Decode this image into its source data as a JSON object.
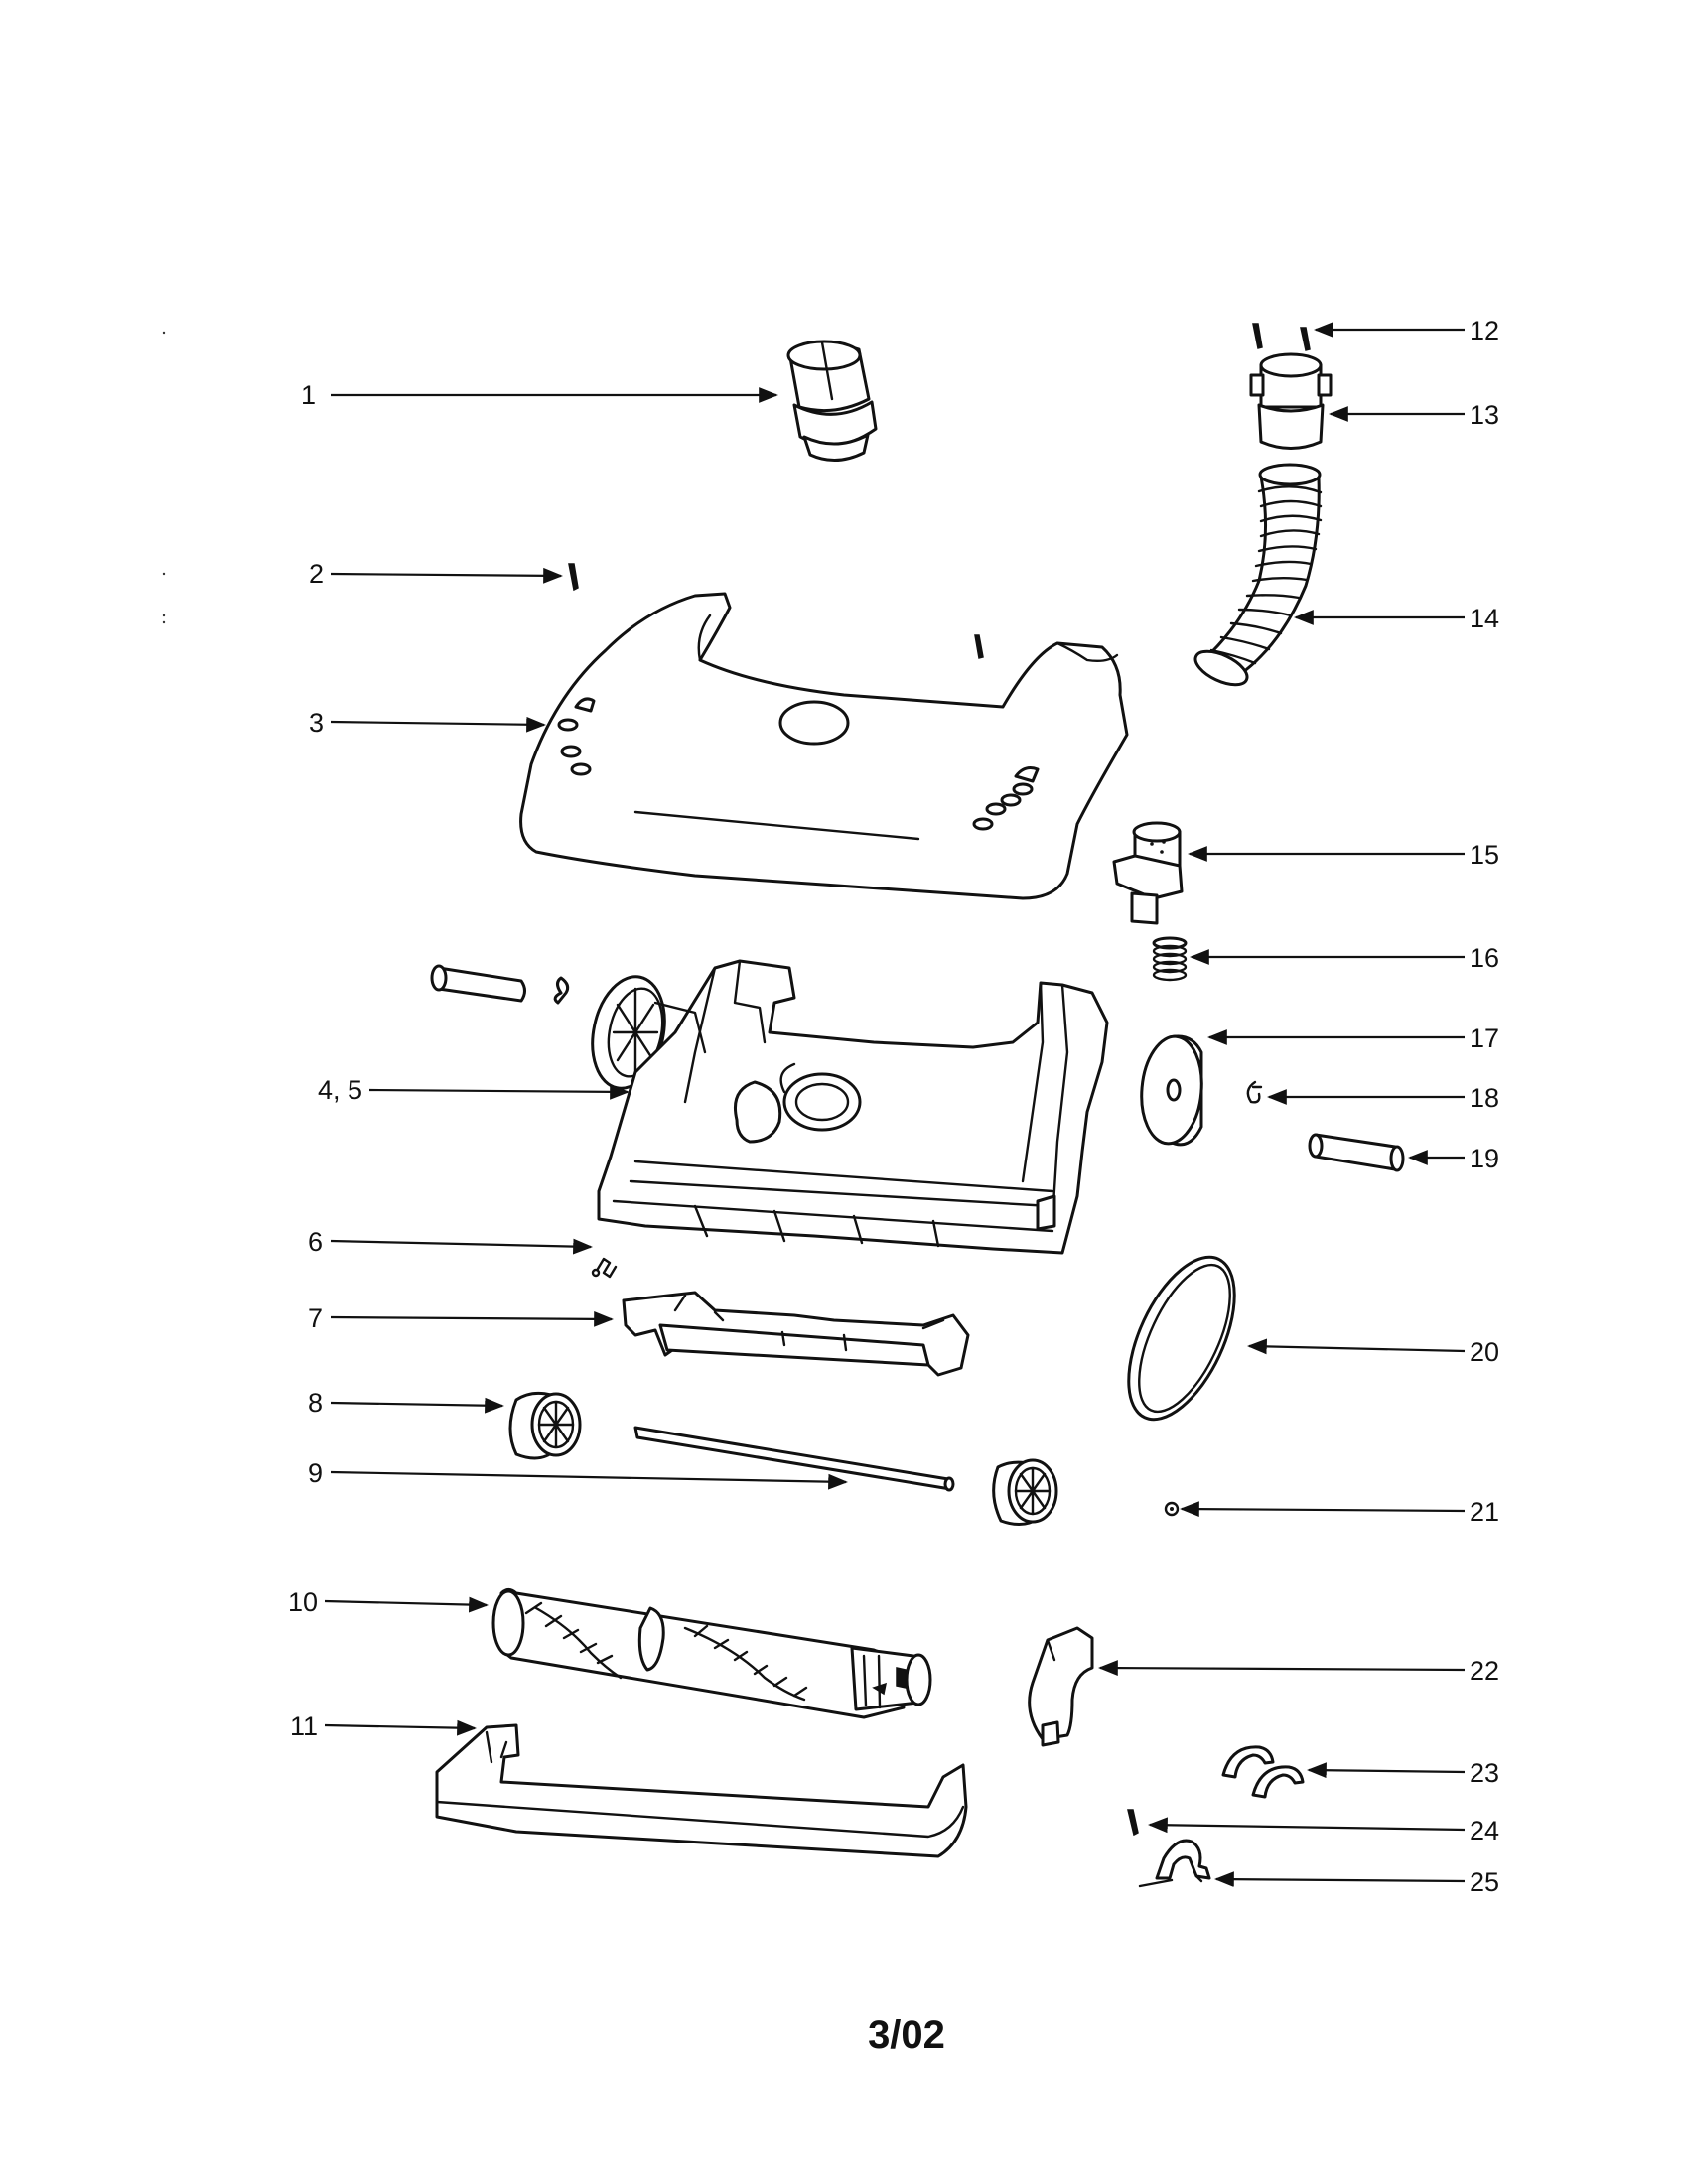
{
  "callouts": {
    "c1": "1",
    "c2": "2",
    "c3": "3",
    "c4_5": "4, 5",
    "c6": "6",
    "c7": "7",
    "c8": "8",
    "c9": "9",
    "c10": "10",
    "c11": "11",
    "c12": "12",
    "c13": "13",
    "c14": "14",
    "c15": "15",
    "c16": "16",
    "c17": "17",
    "c18": "18",
    "c19": "19",
    "c20": "20",
    "c21": "21",
    "c22": "22",
    "c23": "23",
    "c24": "24",
    "c25": "25"
  },
  "footer": {
    "date_code": "3/02"
  }
}
